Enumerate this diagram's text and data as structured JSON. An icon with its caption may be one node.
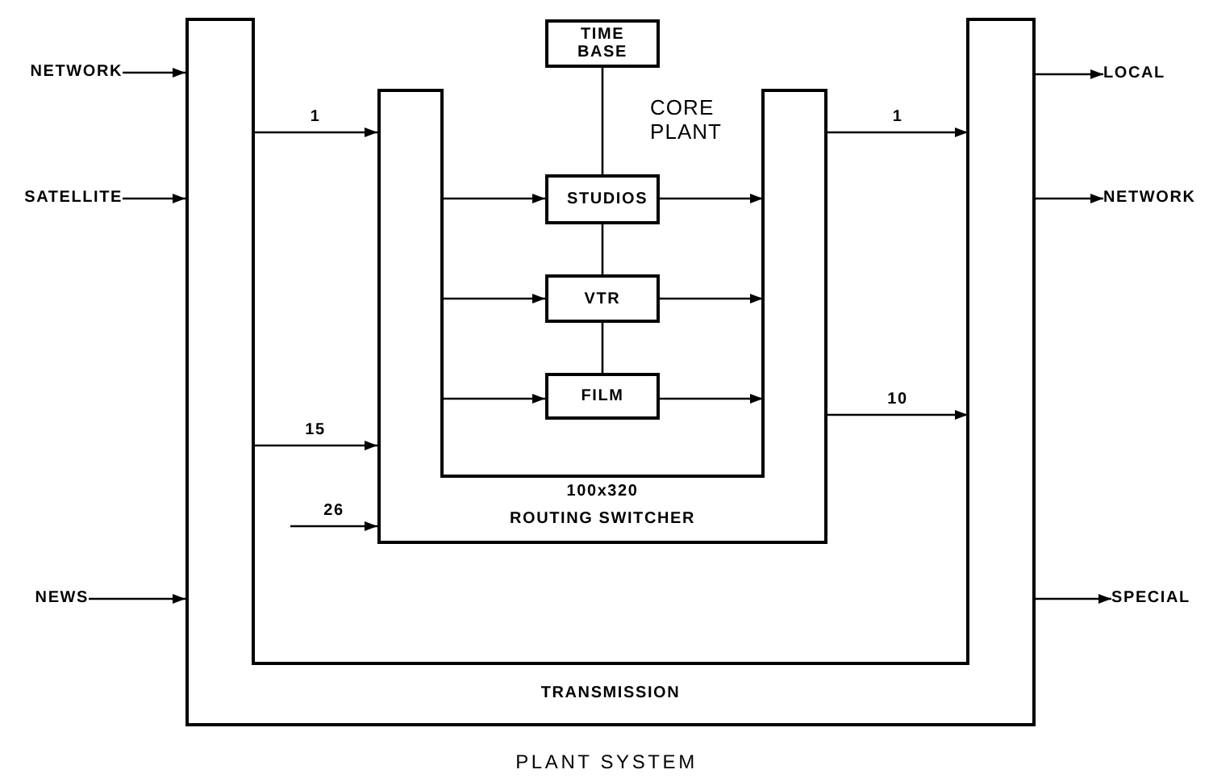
{
  "diagram": {
    "caption": "PLANT SYSTEM",
    "nodes": [
      {
        "text": [
          "TRANSMISSION"
        ]
      },
      {
        "text": [
          "100x320",
          "ROUTING SWITCHER"
        ]
      },
      {
        "text": [
          "TIME BASE"
        ]
      },
      {
        "text": [
          "STUDIOS"
        ]
      },
      {
        "text": [
          "VTR"
        ]
      },
      {
        "text": [
          "FILM"
        ]
      },
      {
        "text": [
          "NETWORK"
        ]
      },
      {
        "text": [
          "SATELLITE"
        ]
      },
      {
        "text": [
          "NEWS"
        ]
      },
      {
        "text": [
          "LOCAL"
        ]
      },
      {
        "text": [
          "NETWORK"
        ]
      },
      {
        "text": [
          "SPECIAL"
        ]
      }
    ],
    "edges": [
      {
        "from": 6,
        "to": 0,
        "arrow": "to"
      },
      {
        "from": 7,
        "to": 0,
        "arrow": "to"
      },
      {
        "from": 8,
        "to": 0,
        "arrow": "to"
      },
      {
        "from": 0,
        "to": 1,
        "arrow": "to",
        "label": "1"
      },
      {
        "from": 0,
        "to": 1,
        "arrow": "to",
        "label": "15"
      },
      {
        "from": null,
        "to": 1,
        "arrow": "to",
        "label": "26"
      },
      {
        "from": 1,
        "to": 3,
        "arrow": "to"
      },
      {
        "from": 1,
        "to": 4,
        "arrow": "to"
      },
      {
        "from": 1,
        "to": 5,
        "arrow": "to"
      },
      {
        "from": 3,
        "to": 1,
        "arrow": "to"
      },
      {
        "from": 4,
        "to": 1,
        "arrow": "to"
      },
      {
        "from": 5,
        "to": 1,
        "arrow": "to"
      },
      {
        "from": 2,
        "to": 3,
        "arrow": "none"
      },
      {
        "from": 3,
        "to": 4,
        "arrow": "none"
      },
      {
        "from": 4,
        "to": 5,
        "arrow": "none"
      },
      {
        "from": 1,
        "to": 0,
        "arrow": "to",
        "label": "1"
      },
      {
        "from": 1,
        "to": 0,
        "arrow": "to",
        "label": "10"
      },
      {
        "from": 0,
        "to": 9,
        "arrow": "to"
      },
      {
        "from": 0,
        "to": 10,
        "arrow": "to"
      },
      {
        "from": 0,
        "to": 11,
        "arrow": "to"
      }
    ],
    "labels": [
      "CORE PLANT"
    ]
  }
}
